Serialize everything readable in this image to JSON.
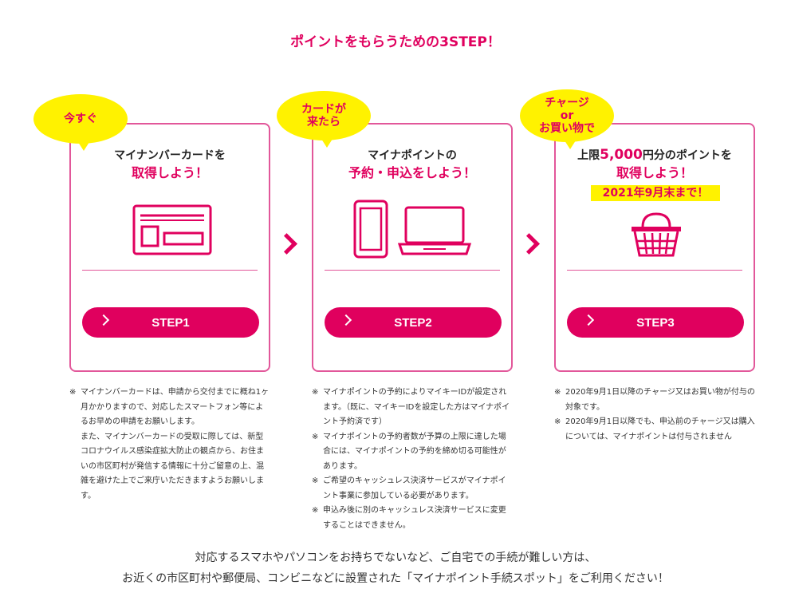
{
  "page": {
    "title": "ポイントをもらうための3STEP！"
  },
  "steps": [
    {
      "bubble": "今すぐ",
      "heading_line1": "マイナンバーカードを",
      "heading_line2": "取得しよう！",
      "button_label": "STEP1",
      "icon": "id-card-icon",
      "notes": [
        {
          "mark": "※",
          "text": "マイナンバーカードは、申請から交付までに概ね1ヶ月かかりますので、対応したスマートフォン等によるお早めの申請をお願いします。"
        },
        {
          "mark": "",
          "text": "また、マイナンバーカードの受取に際しては、新型コロナウイルス感染症拡大防止の観点から、お住まいの市区町村が発信する情報に十分ご留意の上、混雑を避けた上でご来庁いただきますようお願いします。"
        }
      ]
    },
    {
      "bubble": "カードが\n来たら",
      "heading_line1": "マイナポイントの",
      "heading_line2": "予約・申込をしよう！",
      "button_label": "STEP2",
      "icon": "phone-laptop-icon",
      "notes": [
        {
          "mark": "※",
          "text": "マイナポイントの予約によりマイキーIDが設定されます。（既に、マイキーIDを設定した方はマイナポイント予約済です）"
        },
        {
          "mark": "※",
          "text": "マイナポイントの予約者数が予算の上限に達した場合には、マイナポイントの予約を締め切る可能性があります。"
        },
        {
          "mark": "※",
          "text": "ご希望のキャッシュレス決済サービスがマイナポイント事業に参加している必要があります。"
        },
        {
          "mark": "※",
          "text": "申込み後に別のキャッシュレス決済サービスに変更することはできません。"
        }
      ]
    },
    {
      "bubble": "チャージ\nor\nお買い物で",
      "heading_pre": "上限",
      "heading_amount": "5,000",
      "heading_post": "円分のポイントを",
      "heading_line2": "取得しよう！",
      "deadline": "2021年9月末まで！",
      "button_label": "STEP3",
      "icon": "shopping-basket-icon",
      "notes": [
        {
          "mark": "※",
          "text": "2020年9月1日以降のチャージ又はお買い物が付与の対象です。"
        },
        {
          "mark": "※",
          "text": "2020年9月1日以降でも、申込前のチャージ又は購入については、マイナポイントは付与されません"
        }
      ]
    }
  ],
  "footer": {
    "line1": "対応するスマホやパソコンをお持ちでないなど、ご自宅での手続が難しい方は、",
    "line2": "お近くの市区町村や郵便局、コンビニなどに設置された「マイナポイント手続スポット」をご利用ください！"
  },
  "colors": {
    "accent": "#e0005e",
    "border": "#e2579a",
    "highlight": "#fff200"
  }
}
